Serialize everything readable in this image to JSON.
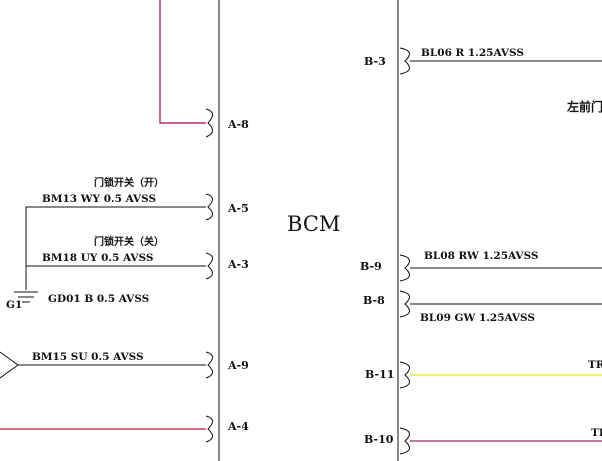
{
  "module": {
    "title": "BCM",
    "cut_label": "左前门"
  },
  "left_pins": [
    {
      "id": "A-8",
      "wire_label": "",
      "note": "",
      "color": "#b0005a"
    },
    {
      "id": "A-5",
      "wire_label": "BM13 WY 0.5 AVSS",
      "note": "门锁开关（开）",
      "color": "#111111"
    },
    {
      "id": "A-3",
      "wire_label": "BM18 UY 0.5 AVSS",
      "note": "门锁开关（关）",
      "color": "#111111"
    },
    {
      "id": "A-9",
      "wire_label": "BM15 SU 0.5 AVSS",
      "note": "",
      "color": "#111111"
    },
    {
      "id": "A-4",
      "wire_label": "",
      "note": "",
      "color": "#c0103a"
    }
  ],
  "ground": {
    "ref": "G1",
    "wire_label": "GD01 B 0.5 AVSS"
  },
  "right_pins": [
    {
      "id": "B-3",
      "wire_label": "BL06 R 1.25AVSS",
      "color": "#111111"
    },
    {
      "id": "B-9",
      "wire_label": "BL08 RW 1.25AVSS",
      "color": "#111111"
    },
    {
      "id": "B-8",
      "wire_label": "BL09 GW 1.25AVSS",
      "color": "#111111"
    },
    {
      "id": "B-11",
      "wire_label": "TR",
      "color": "#e6e60a"
    },
    {
      "id": "B-10",
      "wire_label": "TR",
      "color": "#a0207a"
    }
  ]
}
